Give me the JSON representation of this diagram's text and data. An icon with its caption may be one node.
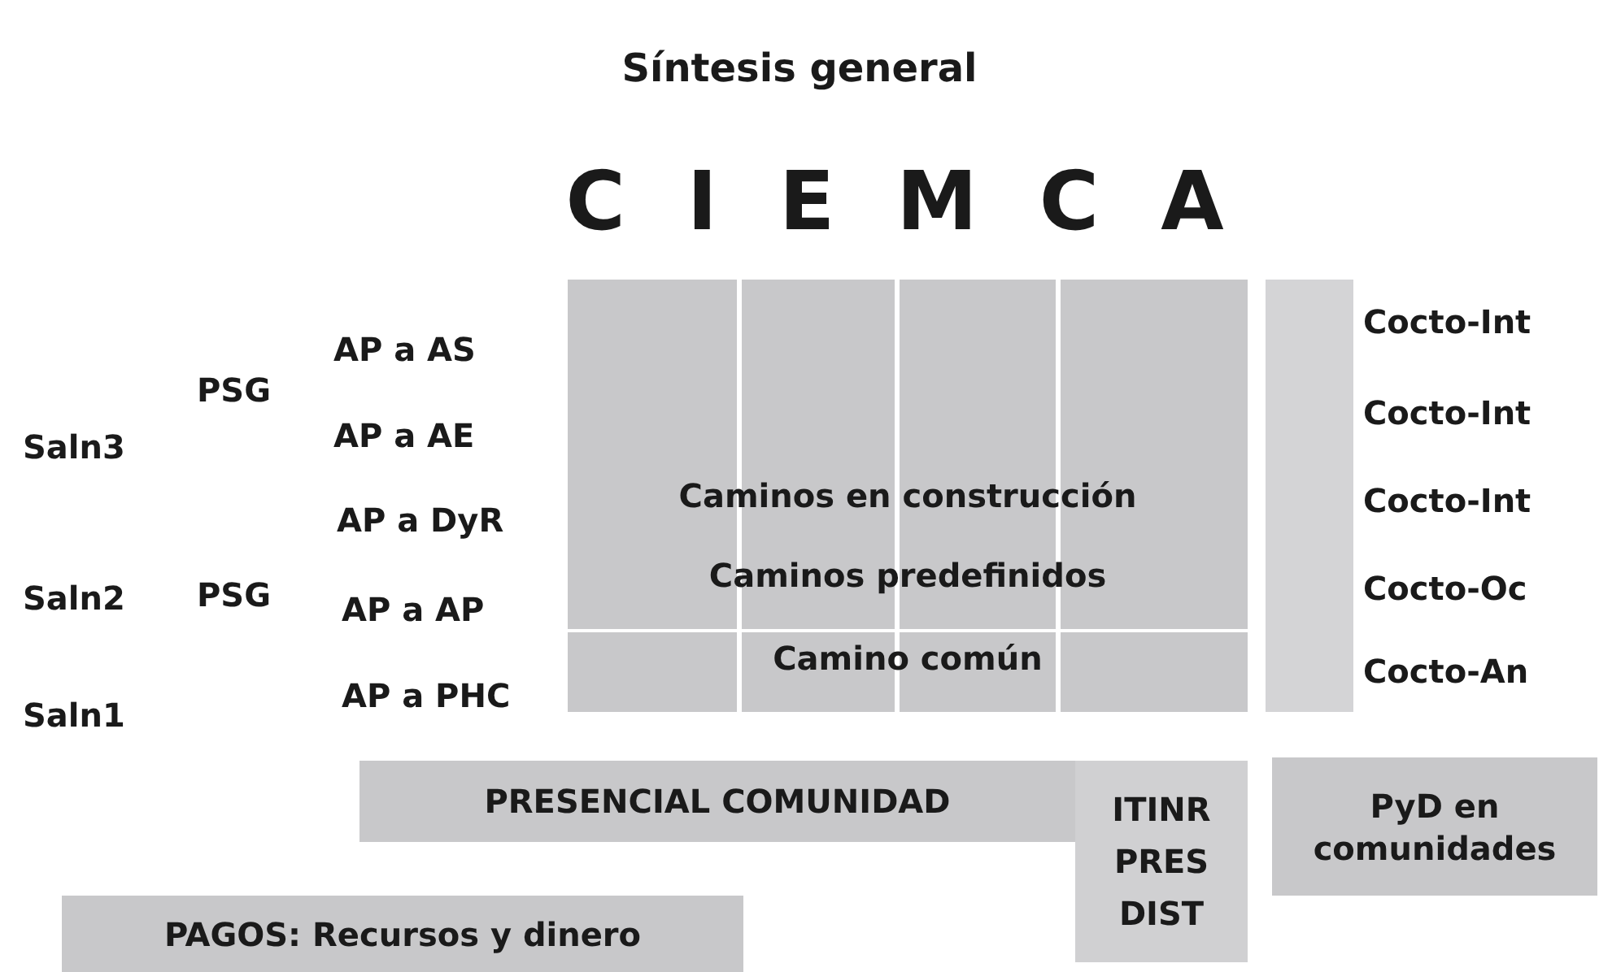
{
  "diagram": {
    "title": "Síntesis general",
    "nodes": [
      {
        "text": [
          "CIEMCA"
        ]
      },
      {
        "text": [
          "Caminos en construcción",
          "Caminos predefinidos",
          "Camino común"
        ]
      },
      {
        "text": [],
        "shape": "bar"
      },
      {
        "text": [
          "PRESENCIAL COMUNIDAD"
        ]
      },
      {
        "text": [
          "ITINR",
          "PRES",
          "DIST"
        ]
      },
      {
        "text": [
          "PyD en comunidades"
        ]
      },
      {
        "text": [
          "PAGOS: Recursos y dinero"
        ]
      }
    ],
    "edges": [],
    "labels": [
      "AP a AS",
      "Cocto-Int",
      "PSG",
      "Cocto-Int",
      "Saln3",
      "AP a AE",
      "AP a DyR",
      "Cocto-Int",
      "Saln2",
      "PSG",
      "AP a AP",
      "Cocto-Oc",
      "AP a PHC",
      "Cocto-An",
      "Saln1"
    ]
  }
}
